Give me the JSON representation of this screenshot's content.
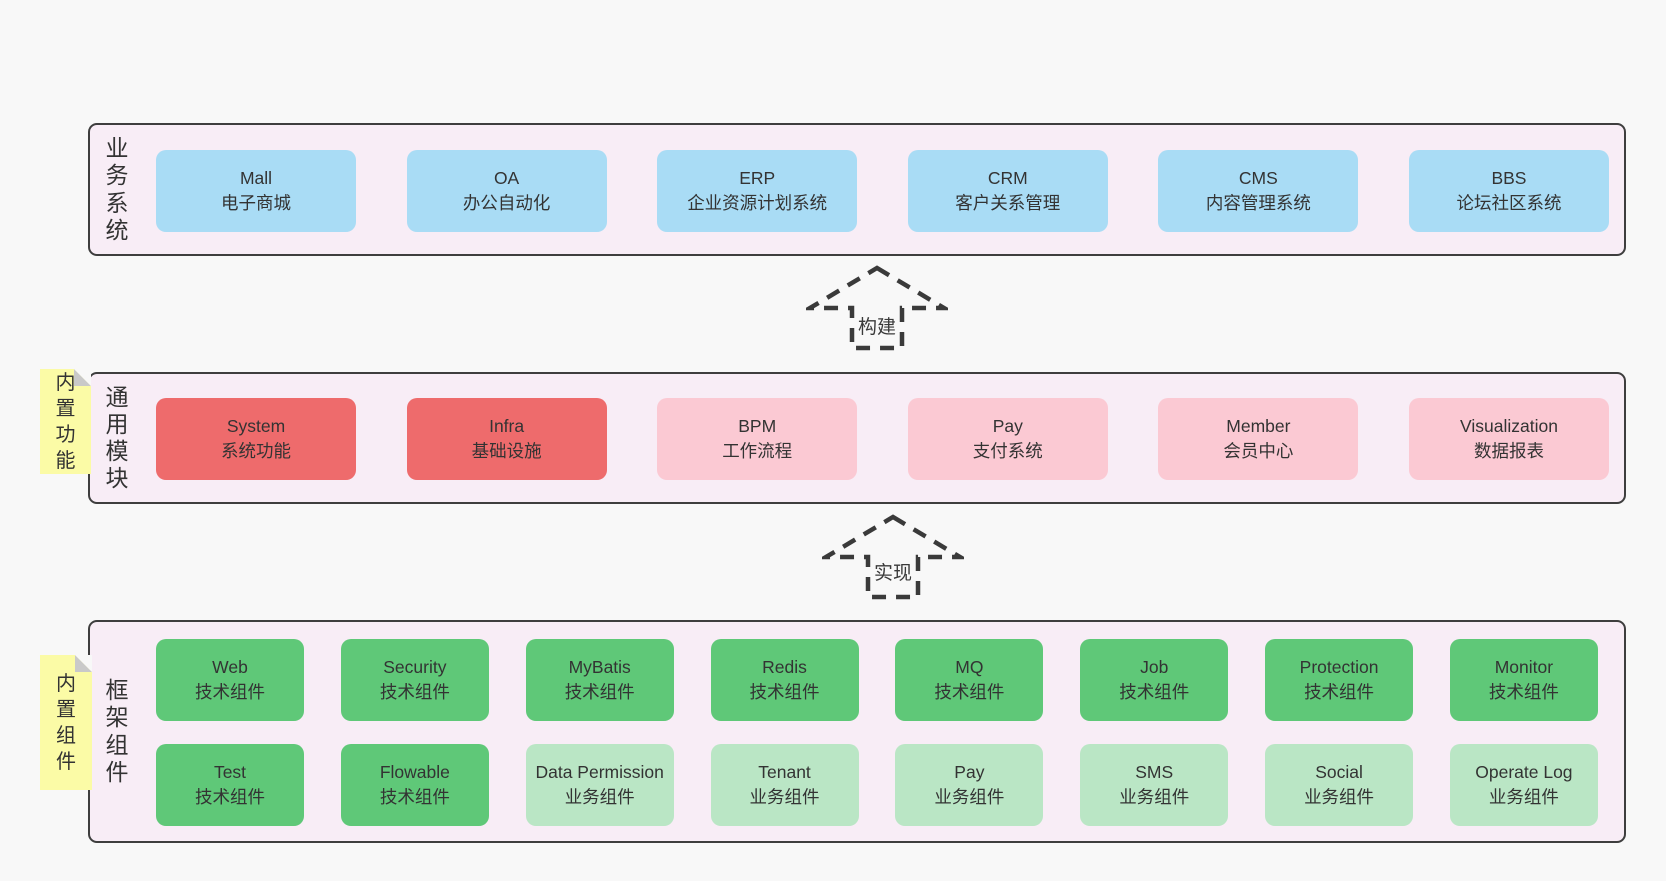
{
  "colors": {
    "page_bg": "#f8f8f8",
    "panel_bg": "#f8edf6",
    "panel_border": "#3e3e3e",
    "box_blue": "#a9dcf5",
    "box_red": "#ee6b6c",
    "box_pink": "#fbc9d3",
    "box_green": "#5fc878",
    "box_light_green": "#bae6c5",
    "note_yellow": "#fbfba6",
    "note_fold_gray": "#c9c9c9",
    "text": "#333333"
  },
  "arrows": {
    "build": "构建",
    "implement": "实现"
  },
  "sections": {
    "business": {
      "label": "业务系统",
      "boxes": [
        {
          "en": "Mall",
          "zh": "电子商城"
        },
        {
          "en": "OA",
          "zh": "办公自动化"
        },
        {
          "en": "ERP",
          "zh": "企业资源计划系统"
        },
        {
          "en": "CRM",
          "zh": "客户关系管理"
        },
        {
          "en": "CMS",
          "zh": "内容管理系统"
        },
        {
          "en": "BBS",
          "zh": "论坛社区系统"
        }
      ]
    },
    "modules": {
      "label": "通用模块",
      "note": "内置功能",
      "boxes": [
        {
          "en": "System",
          "zh": "系统功能"
        },
        {
          "en": "Infra",
          "zh": "基础设施"
        },
        {
          "en": "BPM",
          "zh": "工作流程"
        },
        {
          "en": "Pay",
          "zh": "支付系统"
        },
        {
          "en": "Member",
          "zh": "会员中心"
        },
        {
          "en": "Visualization",
          "zh": "数据报表"
        }
      ]
    },
    "framework": {
      "label": "框架组件",
      "note": "内置组件",
      "row1": [
        {
          "en": "Web",
          "zh": "技术组件"
        },
        {
          "en": "Security",
          "zh": "技术组件"
        },
        {
          "en": "MyBatis",
          "zh": "技术组件"
        },
        {
          "en": "Redis",
          "zh": "技术组件"
        },
        {
          "en": "MQ",
          "zh": "技术组件"
        },
        {
          "en": "Job",
          "zh": "技术组件"
        },
        {
          "en": "Protection",
          "zh": "技术组件"
        },
        {
          "en": "Monitor",
          "zh": "技术组件"
        }
      ],
      "row2": [
        {
          "en": "Test",
          "zh": "技术组件"
        },
        {
          "en": "Flowable",
          "zh": "技术组件"
        },
        {
          "en": "Data Permission",
          "zh": "业务组件"
        },
        {
          "en": "Tenant",
          "zh": "业务组件"
        },
        {
          "en": "Pay",
          "zh": "业务组件"
        },
        {
          "en": "SMS",
          "zh": "业务组件"
        },
        {
          "en": "Social",
          "zh": "业务组件"
        },
        {
          "en": "Operate Log",
          "zh": "业务组件"
        }
      ]
    }
  }
}
